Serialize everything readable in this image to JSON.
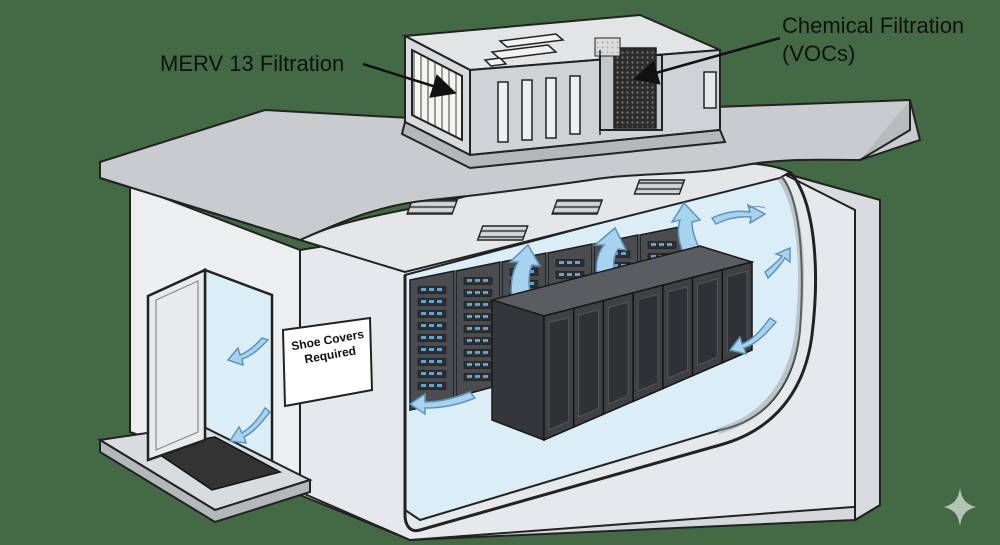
{
  "callouts": {
    "merv": "MERV 13 Filtration",
    "chemical_line1": "Chemical Filtration",
    "chemical_line2": "(VOCs)"
  },
  "door_sign": {
    "line1": "Shoe Covers",
    "line2": "Required"
  },
  "icons": {
    "watermark": "sparkle-icon",
    "airflow": "airflow-arrow-icon"
  },
  "colors": {
    "background": "#446a45",
    "building_wall": "#e9ecee",
    "roof": "#c9ccce",
    "interior_air": "#dbeef8",
    "airflow_arrows": "#a8d3ef",
    "server_rack": "#3e4044",
    "server_leds": "#5aa7d6",
    "door_mat": "#333333"
  },
  "server_rows": {
    "back_row_rack_count": 6,
    "front_row_rack_count": 7
  }
}
